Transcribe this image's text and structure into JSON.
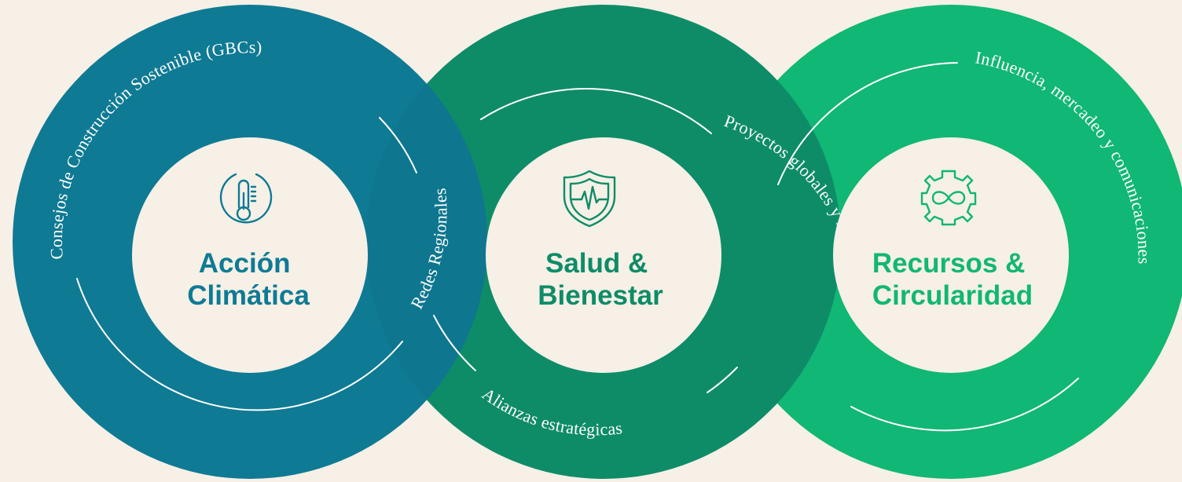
{
  "colors": {
    "background": "#f6f0e7",
    "pillar_1": "#0f7a94",
    "pillar_2": "#0e8c67",
    "pillar_3": "#11b774",
    "inner_disc": "#f6f0e7"
  },
  "pillars": [
    {
      "icon": "thermometer-icon",
      "title_line_1": "Acción",
      "title_line_2": "Climática"
    },
    {
      "icon": "shield-heartbeat-icon",
      "title_line_1": "Salud &",
      "title_line_2": "Bienestar"
    },
    {
      "icon": "gear-infinity-icon",
      "title_line_1": "Recursos &",
      "title_line_2": "Circularidad"
    }
  ],
  "ring_labels": {
    "gbcs": "Consejos de Construcción Sostenible (GBCs)",
    "regional_networks": "Redes Regionales",
    "strategic_alliances": "Alianzas estratégicas",
    "global_projects": "Proyectos globales y regionales",
    "influence": "Influencia, mercadeo y comunicaciones"
  }
}
